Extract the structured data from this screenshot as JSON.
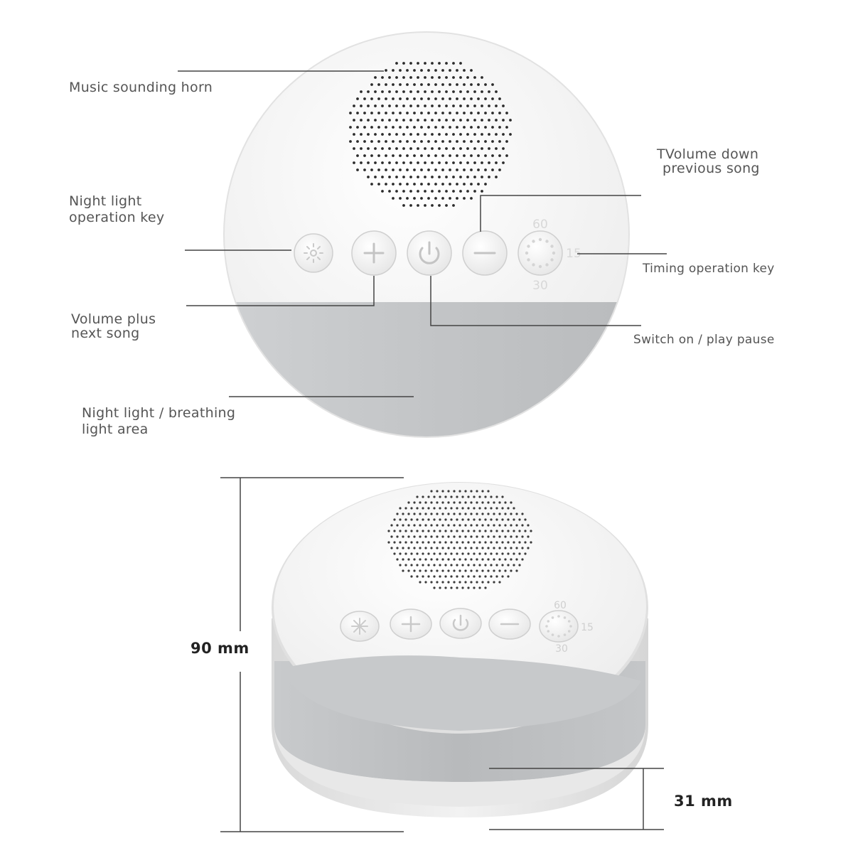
{
  "labels": {
    "horn": "Music sounding horn",
    "night_key_line1": "Night light",
    "night_key_line2": "operation key",
    "vol_plus_line1": "Volume plus",
    "vol_plus_line2": "next song",
    "breath_line1": "Night light / breathing",
    "breath_line2": "light area",
    "vol_down_line1": "TVolume down",
    "vol_down_line2": "previous song",
    "timing": "Timing operation key",
    "switch": "Switch on / play pause"
  },
  "timer_marks": {
    "top": "60",
    "right": "15",
    "bottom": "30"
  },
  "dimensions": {
    "height": "90 mm",
    "thickness": "31 mm"
  },
  "colors": {
    "shell": "#f4f4f4",
    "light_area": "#c4c6c8",
    "dots": "#2b2b2b",
    "leader_line": "#444444"
  },
  "icons": [
    "night-light-icon",
    "plus-icon",
    "power-icon",
    "minus-icon",
    "timer-icon"
  ]
}
